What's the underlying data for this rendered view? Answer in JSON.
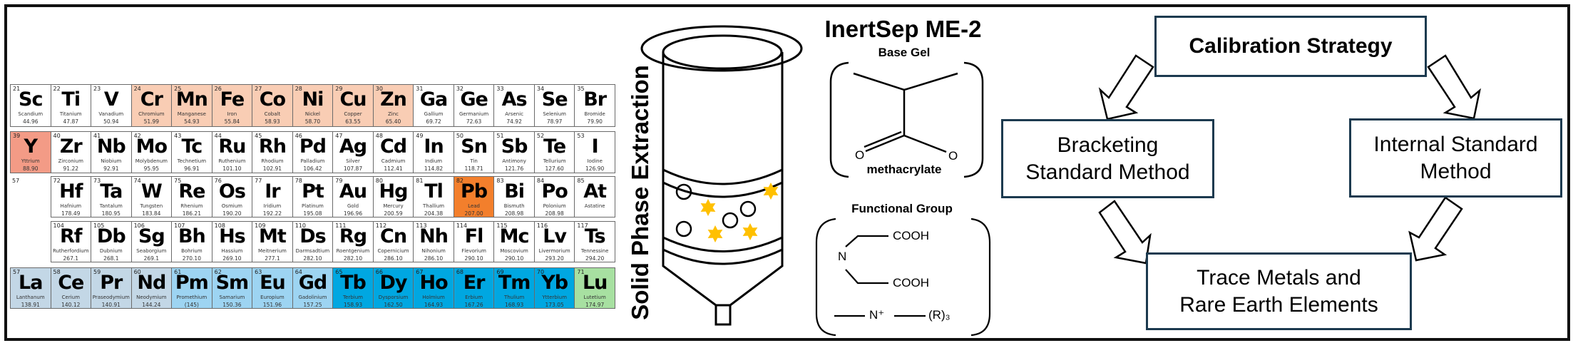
{
  "periodic_table": {
    "row_labels": {
      "lanthanide_marker": "57"
    },
    "rows": [
      [
        {
          "n": "21",
          "s": "Sc",
          "name": "Scandium",
          "w": "44.96",
          "c": "white"
        },
        {
          "n": "22",
          "s": "Ti",
          "name": "Titanium",
          "w": "47.87",
          "c": "white"
        },
        {
          "n": "23",
          "s": "V",
          "name": "Vanadium",
          "w": "50.94",
          "c": "white"
        },
        {
          "n": "24",
          "s": "Cr",
          "name": "Chromium",
          "w": "51.99",
          "c": "tm"
        },
        {
          "n": "25",
          "s": "Mn",
          "name": "Manganese",
          "w": "54.93",
          "c": "tm"
        },
        {
          "n": "26",
          "s": "Fe",
          "name": "Iron",
          "w": "55.84",
          "c": "tm"
        },
        {
          "n": "27",
          "s": "Co",
          "name": "Cobalt",
          "w": "58.93",
          "c": "tm"
        },
        {
          "n": "28",
          "s": "Ni",
          "name": "Nickel",
          "w": "58.70",
          "c": "tm"
        },
        {
          "n": "29",
          "s": "Cu",
          "name": "Copper",
          "w": "63.55",
          "c": "tm"
        },
        {
          "n": "30",
          "s": "Zn",
          "name": "Zinc",
          "w": "65.40",
          "c": "tm"
        },
        {
          "n": "31",
          "s": "Ga",
          "name": "Gallium",
          "w": "69.72",
          "c": "white"
        },
        {
          "n": "32",
          "s": "Ge",
          "name": "Germanium",
          "w": "72.63",
          "c": "white"
        },
        {
          "n": "33",
          "s": "As",
          "name": "Arsenic",
          "w": "74.92",
          "c": "white"
        },
        {
          "n": "34",
          "s": "Se",
          "name": "Selenium",
          "w": "78.97",
          "c": "white"
        },
        {
          "n": "35",
          "s": "Br",
          "name": "Bromide",
          "w": "79.90",
          "c": "white"
        }
      ],
      [
        {
          "n": "39",
          "s": "Y",
          "name": "Yttrium",
          "w": "88.90",
          "c": "y"
        },
        {
          "n": "40",
          "s": "Zr",
          "name": "Zirconium",
          "w": "91.22",
          "c": "white"
        },
        {
          "n": "41",
          "s": "Nb",
          "name": "Niobium",
          "w": "92.91",
          "c": "white"
        },
        {
          "n": "42",
          "s": "Mo",
          "name": "Molybdenum",
          "w": "95.95",
          "c": "white"
        },
        {
          "n": "43",
          "s": "Tc",
          "name": "Technetium",
          "w": "96.91",
          "c": "white"
        },
        {
          "n": "44",
          "s": "Ru",
          "name": "Ruthenium",
          "w": "101.10",
          "c": "white"
        },
        {
          "n": "45",
          "s": "Rh",
          "name": "Rhodium",
          "w": "102.91",
          "c": "white"
        },
        {
          "n": "46",
          "s": "Pd",
          "name": "Palladium",
          "w": "106.42",
          "c": "white"
        },
        {
          "n": "47",
          "s": "Ag",
          "name": "Silver",
          "w": "107.87",
          "c": "white"
        },
        {
          "n": "48",
          "s": "Cd",
          "name": "Cadmium",
          "w": "112.41",
          "c": "white"
        },
        {
          "n": "49",
          "s": "In",
          "name": "Indium",
          "w": "114.82",
          "c": "white"
        },
        {
          "n": "50",
          "s": "Sn",
          "name": "Tin",
          "w": "118.71",
          "c": "white"
        },
        {
          "n": "51",
          "s": "Sb",
          "name": "Antimony",
          "w": "121.76",
          "c": "white"
        },
        {
          "n": "52",
          "s": "Te",
          "name": "Tellurium",
          "w": "127.60",
          "c": "white"
        },
        {
          "n": "53",
          "s": "I",
          "name": "Iodine",
          "w": "126.90",
          "c": "white"
        }
      ],
      [
        {
          "n": "72",
          "s": "Hf",
          "name": "Hafnium",
          "w": "178.49",
          "c": "white"
        },
        {
          "n": "73",
          "s": "Ta",
          "name": "Tantalum",
          "w": "180.95",
          "c": "white"
        },
        {
          "n": "74",
          "s": "W",
          "name": "Tungsten",
          "w": "183.84",
          "c": "white"
        },
        {
          "n": "75",
          "s": "Re",
          "name": "Rhenium",
          "w": "186.21",
          "c": "white"
        },
        {
          "n": "76",
          "s": "Os",
          "name": "Osmium",
          "w": "190.20",
          "c": "white"
        },
        {
          "n": "77",
          "s": "Ir",
          "name": "Iridium",
          "w": "192.22",
          "c": "white"
        },
        {
          "n": "78",
          "s": "Pt",
          "name": "Platinum",
          "w": "195.08",
          "c": "white"
        },
        {
          "n": "79",
          "s": "Au",
          "name": "Gold",
          "w": "196.96",
          "c": "white"
        },
        {
          "n": "80",
          "s": "Hg",
          "name": "Mercury",
          "w": "200.59",
          "c": "white"
        },
        {
          "n": "81",
          "s": "Tl",
          "name": "Thallium",
          "w": "204.38",
          "c": "white"
        },
        {
          "n": "82",
          "s": "Pb",
          "name": "Lead",
          "w": "207.00",
          "c": "pb"
        },
        {
          "n": "83",
          "s": "Bi",
          "name": "Bismuth",
          "w": "208.98",
          "c": "white"
        },
        {
          "n": "84",
          "s": "Po",
          "name": "Polonium",
          "w": "208.98",
          "c": "white"
        },
        {
          "n": "85",
          "s": "At",
          "name": "Astatine",
          "w": "",
          "c": "white"
        }
      ],
      [
        {
          "n": "104",
          "s": "Rf",
          "name": "Rutherfordium",
          "w": "267.1",
          "c": "white"
        },
        {
          "n": "105",
          "s": "Db",
          "name": "Dubnium",
          "w": "268.1",
          "c": "white"
        },
        {
          "n": "106",
          "s": "Sg",
          "name": "Seaborgium",
          "w": "269.1",
          "c": "white"
        },
        {
          "n": "107",
          "s": "Bh",
          "name": "Bohrium",
          "w": "270.10",
          "c": "white"
        },
        {
          "n": "108",
          "s": "Hs",
          "name": "Hassium",
          "w": "269.10",
          "c": "white"
        },
        {
          "n": "109",
          "s": "Mt",
          "name": "Meitnerium",
          "w": "277.1",
          "c": "white"
        },
        {
          "n": "110",
          "s": "Ds",
          "name": "Darmsadtium",
          "w": "282.10",
          "c": "white"
        },
        {
          "n": "111",
          "s": "Rg",
          "name": "Roentgenium",
          "w": "282.10",
          "c": "white"
        },
        {
          "n": "112",
          "s": "Cn",
          "name": "Copernicium",
          "w": "286.10",
          "c": "white"
        },
        {
          "n": "113",
          "s": "Nh",
          "name": "Nihonium",
          "w": "286.10",
          "c": "white"
        },
        {
          "n": "114",
          "s": "Fl",
          "name": "Flevorium",
          "w": "290.10",
          "c": "white"
        },
        {
          "n": "115",
          "s": "Mc",
          "name": "Moscovium",
          "w": "290.10",
          "c": "white"
        },
        {
          "n": "116",
          "s": "Lv",
          "name": "Livermorium",
          "w": "293.20",
          "c": "white"
        },
        {
          "n": "117",
          "s": "Ts",
          "name": "Tennessine",
          "w": "294.20",
          "c": "white"
        }
      ],
      [
        {
          "n": "57",
          "s": "La",
          "name": "Lanthanum",
          "w": "138.91",
          "c": "lree"
        },
        {
          "n": "58",
          "s": "Ce",
          "name": "Cerium",
          "w": "140.12",
          "c": "lree"
        },
        {
          "n": "59",
          "s": "Pr",
          "name": "Praseodymium",
          "w": "140.91",
          "c": "lree"
        },
        {
          "n": "60",
          "s": "Nd",
          "name": "Neodymium",
          "w": "144.24",
          "c": "lree"
        },
        {
          "n": "61",
          "s": "Pm",
          "name": "Promethium",
          "w": "(145)",
          "c": "mree"
        },
        {
          "n": "62",
          "s": "Sm",
          "name": "Samarium",
          "w": "150.36",
          "c": "mree"
        },
        {
          "n": "63",
          "s": "Eu",
          "name": "Europium",
          "w": "151.96",
          "c": "mree"
        },
        {
          "n": "64",
          "s": "Gd",
          "name": "Gadolinium",
          "w": "157.25",
          "c": "mree"
        },
        {
          "n": "65",
          "s": "Tb",
          "name": "Terbium",
          "w": "158.93",
          "c": "hree"
        },
        {
          "n": "66",
          "s": "Dy",
          "name": "Dysporsium",
          "w": "162.50",
          "c": "hree"
        },
        {
          "n": "67",
          "s": "Ho",
          "name": "Holmium",
          "w": "164.93",
          "c": "hree"
        },
        {
          "n": "68",
          "s": "Er",
          "name": "Erbium",
          "w": "167.26",
          "c": "hree"
        },
        {
          "n": "69",
          "s": "Tm",
          "name": "Thulium",
          "w": "168.93",
          "c": "hree"
        },
        {
          "n": "70",
          "s": "Yb",
          "name": "Ytterbium",
          "w": "173.05",
          "c": "hree"
        },
        {
          "n": "71",
          "s": "Lu",
          "name": "Lutetium",
          "w": "174.97",
          "c": "lu"
        }
      ]
    ],
    "colors": {
      "white": "#ffffff",
      "tm": "#f9cdb4",
      "y": "#f39b86",
      "pb": "#f37f2c",
      "lree": "#c3d7e6",
      "mree": "#9dd4f2",
      "hree": "#00a7e1",
      "lu": "#a7e0a1"
    }
  },
  "spe": {
    "label": "Solid Phase Extraction",
    "star_color": "#ffc000"
  },
  "sorbent": {
    "title": "InertSep ME-2",
    "base_gel_heading": "Base Gel",
    "base_gel_name": "methacrylate",
    "oxygen_left": "O",
    "oxygen_right": "O",
    "functional_group_heading": "Functional Group",
    "nitrogen": "N",
    "carboxyl_top": "COOH",
    "carboxyl_bottom": "COOH",
    "ammonium": "N⁺",
    "ammonium_substituent": "(R)₃"
  },
  "flowchart": {
    "border_color": "#1c3a4f",
    "root": "Calibration Strategy",
    "left": "Bracketing Standard Method",
    "left_lines": [
      "Bracketing",
      "Standard Method"
    ],
    "right_lines": [
      "Internal Standard",
      "Method"
    ],
    "result_lines": [
      "Trace Metals and",
      "Rare Earth Elements"
    ]
  }
}
